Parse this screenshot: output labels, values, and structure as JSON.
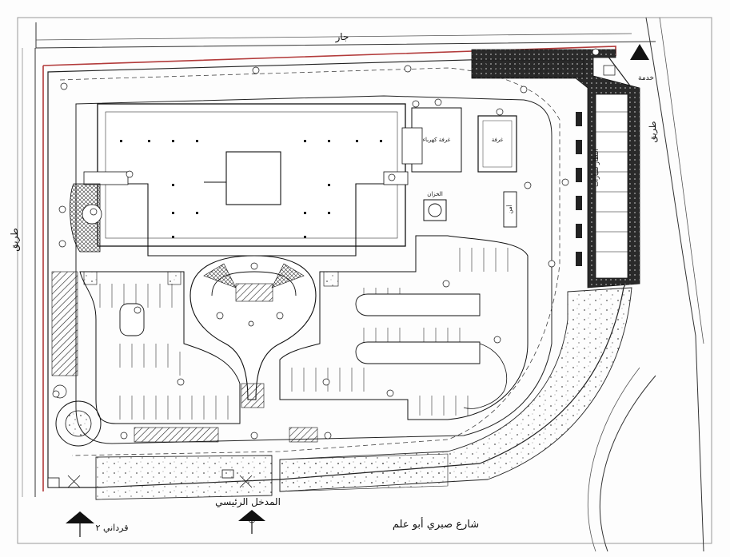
{
  "labels": {
    "neighbor_top": "جار",
    "road_left": "طريق",
    "road_right": "طريق",
    "service": "خدمة",
    "main_entrance": "المدخل الرئيسي",
    "street_bottom": "شارع صبري أبو علم",
    "elevation_ref": "قرداني ٢",
    "parking_strip": "انتظار سيارات",
    "tank_label": "الخزان",
    "building_a": "غرفة كهرباء",
    "building_b": "غرفة",
    "guard": "أمن"
  },
  "colors": {
    "line": "#1a1a1a",
    "property_line": "#b23a3a",
    "hatch": "#222222",
    "paper": "#fdfdfd",
    "landscape_dot": "#555555"
  }
}
